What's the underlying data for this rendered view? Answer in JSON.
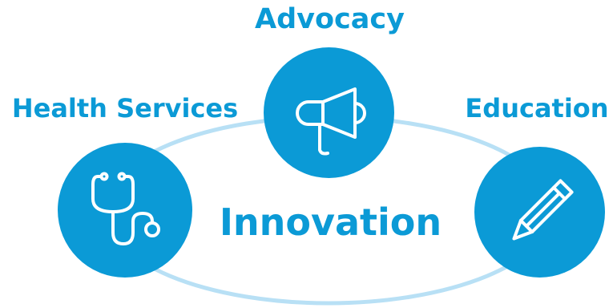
{
  "diagram": {
    "center_label": "Innovation",
    "nodes": [
      {
        "id": "advocacy",
        "label": "Advocacy",
        "icon": "megaphone-icon"
      },
      {
        "id": "health-services",
        "label": "Health Services",
        "icon": "stethoscope-icon"
      },
      {
        "id": "education",
        "label": "Education",
        "icon": "pencil-icon"
      }
    ],
    "colors": {
      "accent": "#0b9ad6",
      "ring": "#b8e0f5",
      "icon": "#ffffff"
    }
  }
}
